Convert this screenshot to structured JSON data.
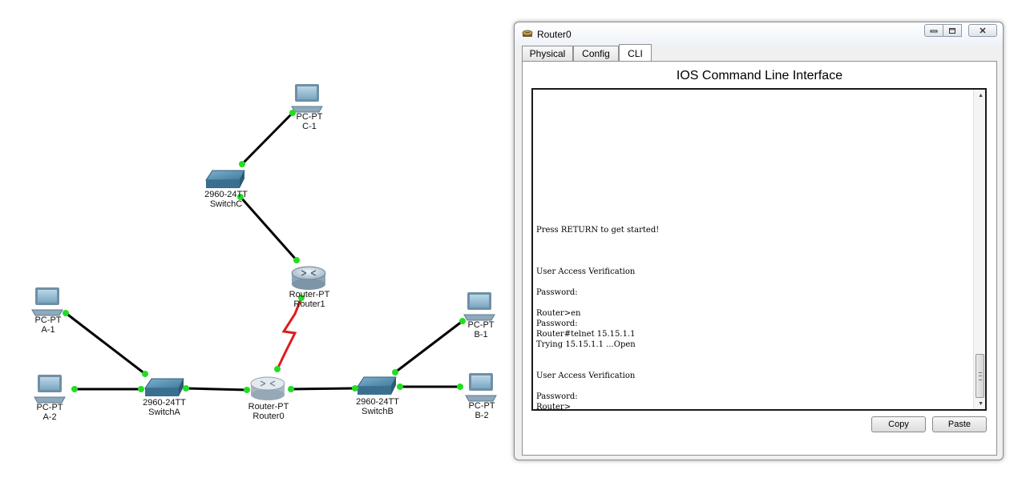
{
  "topology": {
    "devices": [
      {
        "id": "pc-c1",
        "kind": "pc",
        "type": "PC-PT",
        "name": "C-1"
      },
      {
        "id": "switch-c",
        "kind": "switch",
        "type": "2960-24TT",
        "name": "SwitchC"
      },
      {
        "id": "router1",
        "kind": "router",
        "type": "Router-PT",
        "name": "Router1"
      },
      {
        "id": "pc-a1",
        "kind": "pc",
        "type": "PC-PT",
        "name": "A-1"
      },
      {
        "id": "pc-a2",
        "kind": "pc",
        "type": "PC-PT",
        "name": "A-2"
      },
      {
        "id": "switch-a",
        "kind": "switch",
        "type": "2960-24TT",
        "name": "SwitchA"
      },
      {
        "id": "router0",
        "kind": "router",
        "type": "Router-PT",
        "name": "Router0"
      },
      {
        "id": "switch-b",
        "kind": "switch",
        "type": "2960-24TT",
        "name": "SwitchB"
      },
      {
        "id": "pc-b1",
        "kind": "pc",
        "type": "PC-PT",
        "name": "B-1"
      },
      {
        "id": "pc-b2",
        "kind": "pc",
        "type": "PC-PT",
        "name": "B-2"
      }
    ],
    "link_color": "#000000",
    "serial_link_color": "#e01a1a",
    "port_status_color": "#22dd22"
  },
  "window": {
    "title": "Router0",
    "title_icon": "router-icon",
    "tabs": [
      {
        "label": "Physical",
        "active": false
      },
      {
        "label": "Config",
        "active": false
      },
      {
        "label": "CLI",
        "active": true
      }
    ],
    "cli_title": "IOS Command Line Interface",
    "console_text": "\n\n\n\n\n\n\n\n\n\n\n\n\nPress RETURN to get started!\n\n\n\nUser Access Verification\n\nPassword: \n\nRouter>en\nPassword: \nRouter#telnet 15.15.1.1\nTrying 15.15.1.1 ...Open\n\n\nUser Access Verification\n\nPassword: \nRouter>",
    "copy_label": "Copy",
    "paste_label": "Paste"
  }
}
